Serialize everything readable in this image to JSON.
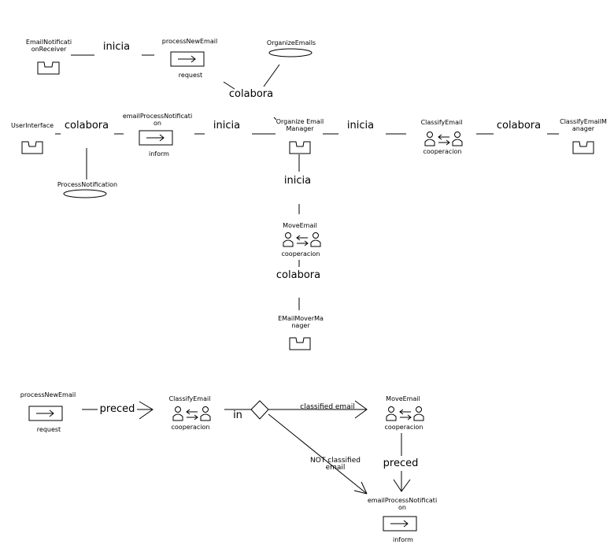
{
  "diagram1": {
    "email_notification_receiver": "EmailNotificati|onReceiver",
    "inicia_1": "inicia",
    "process_new_email": "processNewEmail",
    "process_new_email_kind": "request",
    "organize_emails": "OrganizeEmails",
    "colabora_1": "colabora"
  },
  "diagram2": {
    "user_interface": "UserInterface",
    "colabora_2": "colabora",
    "email_process_notification": "emailProcessNotificati|on",
    "email_process_notification_kind": "inform",
    "inicia_2": "inicia",
    "organize_email_manager": "Organize Email|Manager",
    "inicia_3": "inicia",
    "classify_email": "ClassifyEmail",
    "classify_email_kind": "cooperacion",
    "colabora_3": "colabora",
    "classify_email_manager": "ClassifyEmailM|anager",
    "process_notification": "ProcessNotification",
    "inicia_4": "inicia",
    "move_email": "MoveEmail",
    "move_email_kind": "cooperacion",
    "colabora_4": "colabora",
    "email_mover_manager": "EMailMoverMa|nager"
  },
  "diagram3": {
    "process_new_email": "processNewEmail",
    "process_new_email_kind": "request",
    "preced_1": "preced",
    "classify_email": "ClassifyEmail",
    "classify_email_kind": "cooperacion",
    "in_label": "in",
    "classified_email": "classified email",
    "not_classified_email": "NOT classified|email",
    "move_email": "MoveEmail",
    "move_email_kind": "cooperacion",
    "preced_2": "preced",
    "email_process_notification": "emailProcessNotificati|on",
    "email_process_notification_kind": "inform"
  }
}
